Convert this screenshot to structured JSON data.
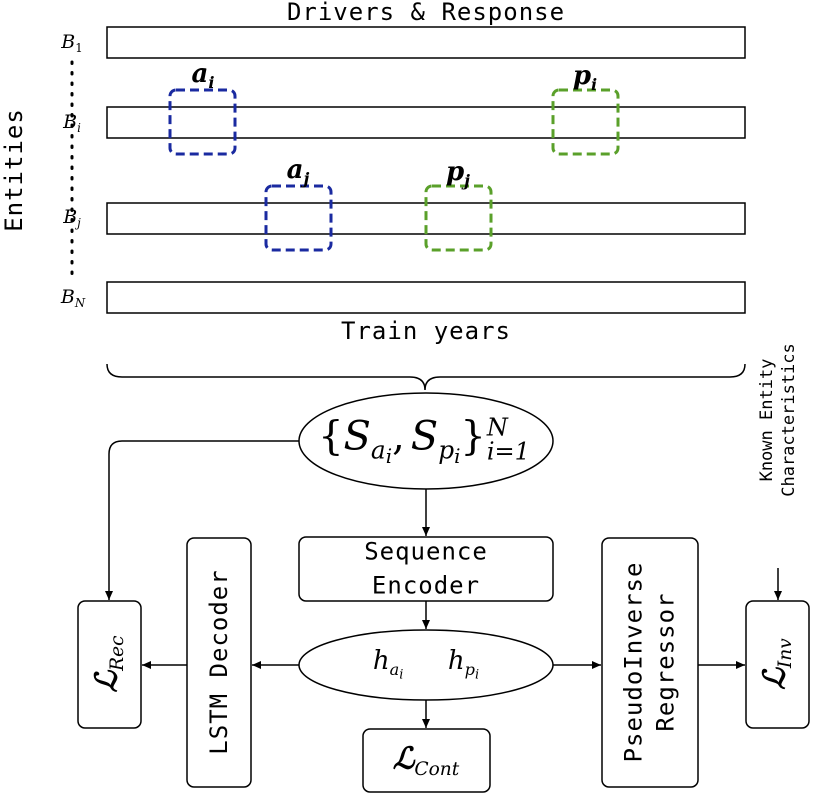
{
  "top_title": "Drivers & Response",
  "bottom_title": "Train years",
  "entities_label": "Entities",
  "known_label_line1": "Known Entity",
  "known_label_line2": "Characteristics",
  "rows": {
    "b1": {
      "base": "B",
      "sub": "1"
    },
    "bi": {
      "base": "B",
      "sub": "i"
    },
    "bj": {
      "base": "B",
      "sub": "j"
    },
    "bn": {
      "base": "B",
      "sub": "N"
    }
  },
  "windows": {
    "ai": {
      "base": "a",
      "sub": "i",
      "color": "#1a2aa0"
    },
    "pi": {
      "base": "p",
      "sub": "i",
      "color": "#5aa02a"
    },
    "aj": {
      "base": "a",
      "sub": "j",
      "color": "#1a2aa0"
    },
    "pj": {
      "base": "p",
      "sub": "j",
      "color": "#5aa02a"
    }
  },
  "set_node": {
    "open": "{",
    "s1": "S",
    "s1_sub": "a",
    "s1_subsub": "i",
    "comma": ",",
    "s2": "S",
    "s2_sub": "p",
    "s2_subsub": "i",
    "close": "}",
    "sup": "N",
    "sub": "i=1"
  },
  "encoder": {
    "line1": "Sequence",
    "line2": "Encoder"
  },
  "embedding": {
    "h1": "h",
    "h1_sub": "a",
    "h1_subsub": "i",
    "h2": "h",
    "h2_sub": "p",
    "h2_subsub": "i"
  },
  "decoder": "LSTM Decoder",
  "regressor": {
    "line1": "PseudoInverse",
    "line2": "Regressor"
  },
  "losses": {
    "rec": {
      "base": "ℒ",
      "sub": "Rec"
    },
    "cont": {
      "base": "ℒ",
      "sub": "Cont"
    },
    "inv": {
      "base": "ℒ",
      "sub": "Inv"
    }
  }
}
